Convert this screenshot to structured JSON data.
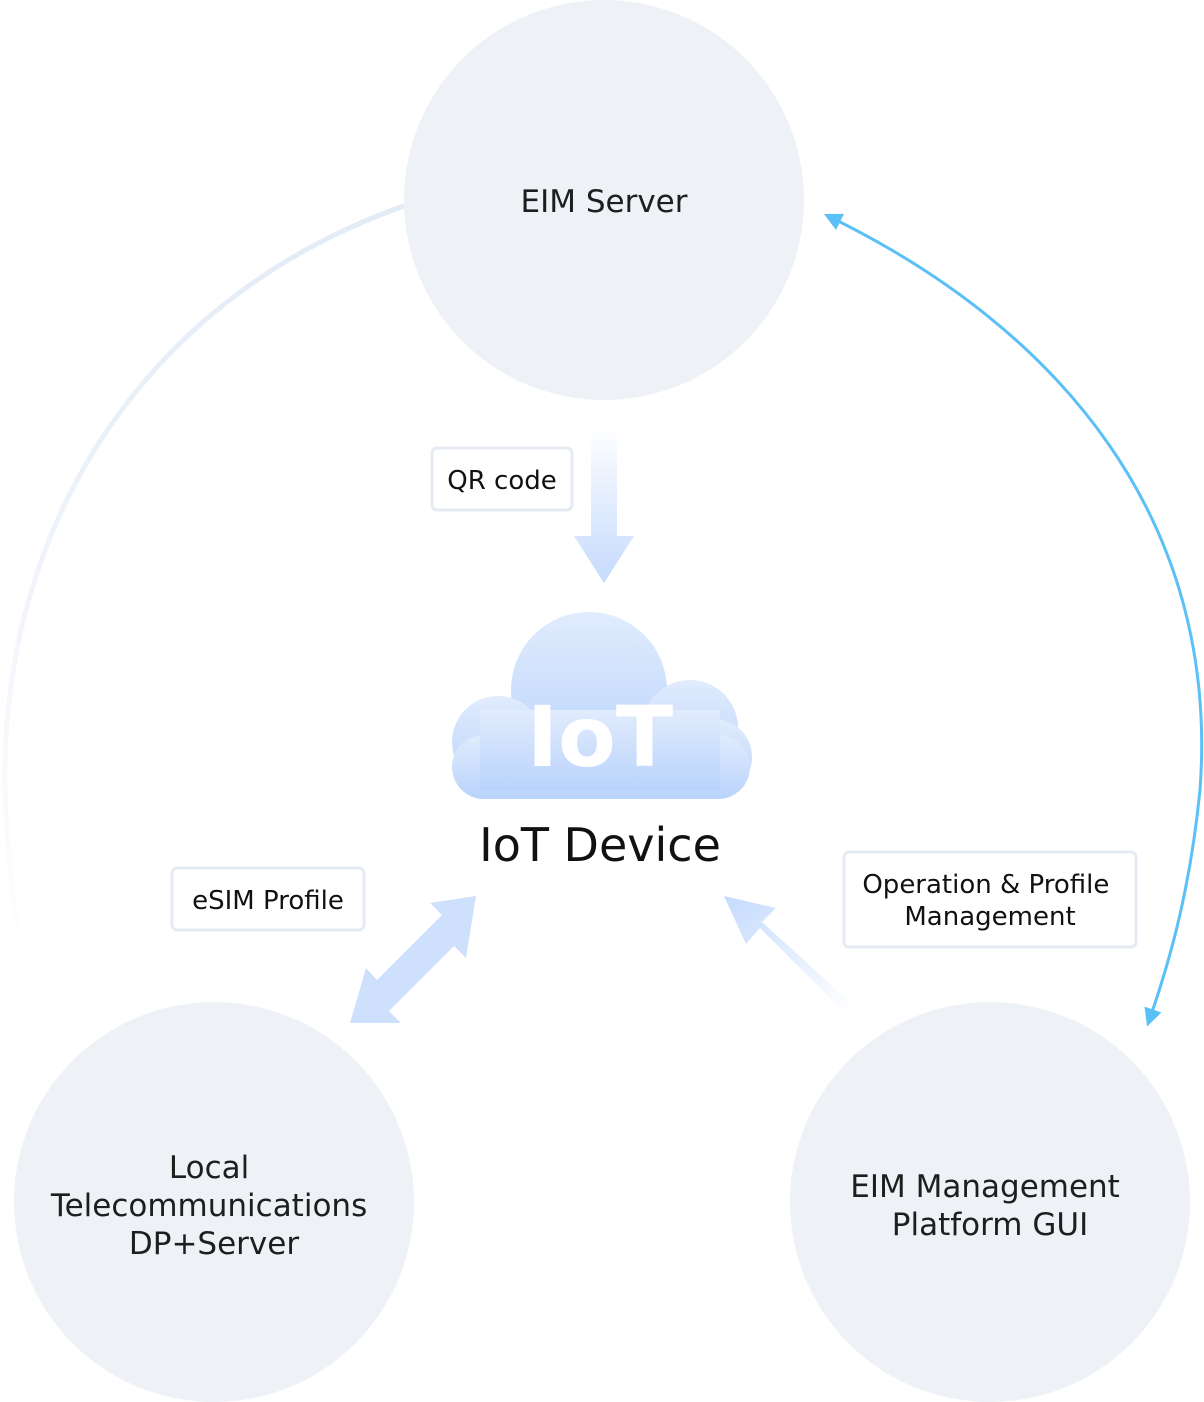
{
  "nodes": {
    "eim_server": {
      "label": "EIM Server"
    },
    "local_telecom": {
      "lines": [
        "Local",
        "Telecommunications",
        "DP+Server"
      ]
    },
    "eim_platform": {
      "lines": [
        "EIM Management",
        "Platform GUI"
      ]
    },
    "iot_device": {
      "cloud_text": "IoT",
      "label": "IoT Device"
    }
  },
  "edge_labels": {
    "qr_code": "QR code",
    "esim_profile": "eSIM Profile",
    "operation": {
      "lines": [
        "Operation & Profile",
        "Management"
      ]
    }
  },
  "colors": {
    "node_fill": "#eef1f6",
    "arrow_light_blue": "#cfe0fd",
    "arrow_accent": "#5bc0f7",
    "cloud_top": "#e1ecfd",
    "cloud_bottom": "#b9d3fb"
  }
}
